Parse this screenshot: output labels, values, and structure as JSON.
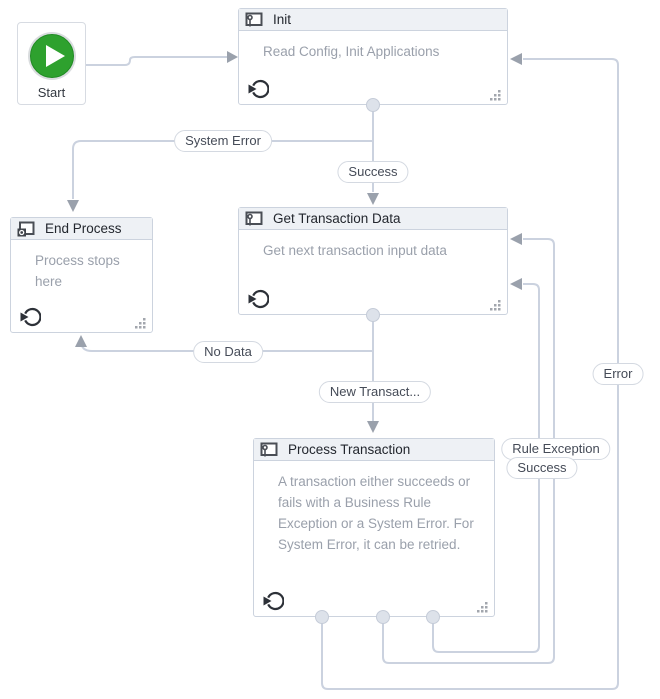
{
  "start": {
    "label": "Start"
  },
  "states": [
    {
      "title": "Init",
      "description": "Read Config, Init Applications"
    },
    {
      "title": "End Process",
      "description": "Process stops here"
    },
    {
      "title": "Get Transaction Data",
      "description": "Get next transaction input data"
    },
    {
      "title": "Process Transaction",
      "description": "A transaction either succeeds or fails with a Business Rule Exception or a System Error. For System Error, it can be retried."
    }
  ],
  "transitions": [
    {
      "label": "System Error"
    },
    {
      "label": "Success"
    },
    {
      "label": "No Data"
    },
    {
      "label": "New Transact..."
    },
    {
      "label": "Rule Exception"
    },
    {
      "label": "Success"
    },
    {
      "label": "Error"
    }
  ],
  "icons": {
    "start_play": "play-triangle",
    "state": "state-window",
    "final_state": "final-state-window",
    "entry_action": "arrow-into-circle",
    "resize_grip": "dots-triangle"
  },
  "colors": {
    "start_green": "#2ea12e",
    "wire": "#cbd2df",
    "arrowhead": "#9aa1ac",
    "node_header_bg": "#eef1f5",
    "node_border": "#ccd3de",
    "body_text": "#9aa0ab",
    "title_text": "#23272e"
  }
}
